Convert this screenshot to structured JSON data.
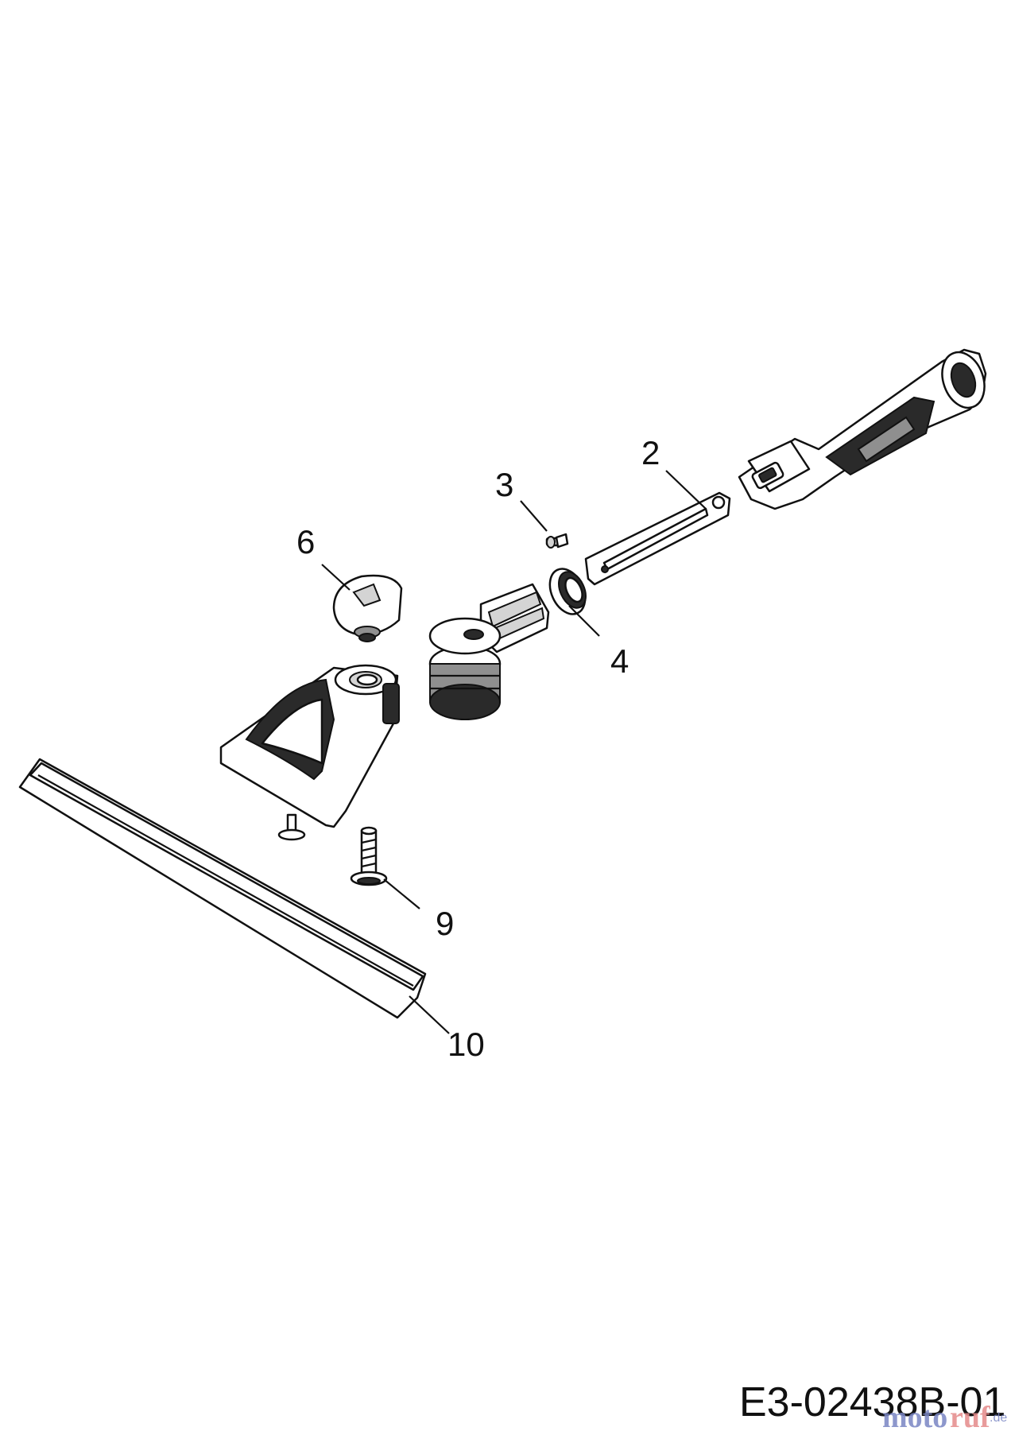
{
  "diagram": {
    "callouts": {
      "c2": "2",
      "c3": "3",
      "c4": "4",
      "c6": "6",
      "c9": "9",
      "c10": "10"
    },
    "doc_code": "E3-02438B-01",
    "watermark": {
      "brand": "motoruf",
      "tld": ".de",
      "colors": {
        "moto": "#7a86c4",
        "ruf": "#e58a8a"
      }
    }
  }
}
